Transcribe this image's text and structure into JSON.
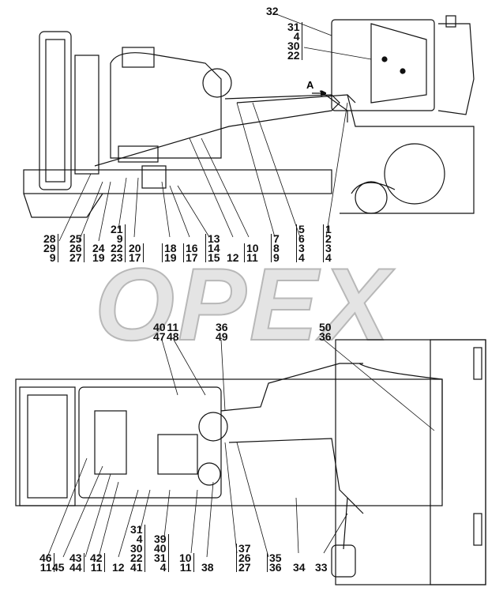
{
  "watermark": "OPEX",
  "view_marker": "A",
  "top_view_labels": {
    "g32": [
      "32"
    ],
    "g31": [
      "31",
      "4",
      "30",
      "22"
    ],
    "g28": [
      "28",
      "29",
      "9"
    ],
    "g25": [
      "25",
      "26",
      "27"
    ],
    "g24": [
      "24",
      "19"
    ],
    "g21": [
      "21",
      "9",
      "22",
      "23"
    ],
    "g20": [
      "20",
      "17"
    ],
    "g18": [
      "18",
      "19"
    ],
    "g16": [
      "16",
      "17"
    ],
    "g13": [
      "13",
      "14",
      "15"
    ],
    "g12": [
      "12"
    ],
    "g10": [
      "10",
      "11"
    ],
    "g7": [
      "7",
      "8",
      "9"
    ],
    "g5": [
      "5",
      "6",
      "3",
      "4"
    ],
    "g1": [
      "1",
      "2",
      "3",
      "4"
    ]
  },
  "bottom_view_labels": {
    "g40": [
      "40",
      "47"
    ],
    "g11": [
      "11",
      "48"
    ],
    "g36": [
      "36",
      "49"
    ],
    "g50": [
      "50",
      "36"
    ],
    "g46": [
      "46",
      "11"
    ],
    "g45": [
      "45"
    ],
    "g43": [
      "43",
      "44"
    ],
    "g42": [
      "42",
      "11"
    ],
    "g12": [
      "12"
    ],
    "g31": [
      "31",
      "4",
      "30",
      "22",
      "41"
    ],
    "g39": [
      "39",
      "40",
      "31",
      "4"
    ],
    "g10": [
      "10",
      "11"
    ],
    "g38": [
      "38"
    ],
    "g37": [
      "37",
      "26",
      "27"
    ],
    "g35": [
      "35",
      "36"
    ],
    "g34": [
      "34"
    ],
    "g33": [
      "33"
    ]
  }
}
